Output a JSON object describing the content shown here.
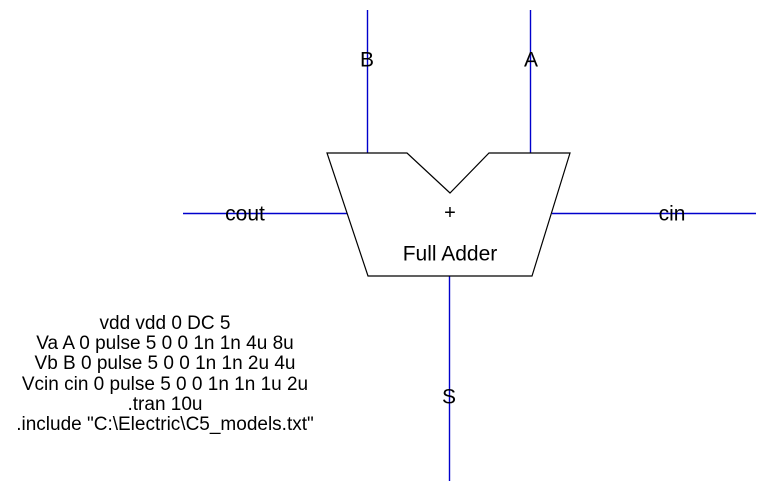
{
  "canvas": {
    "background": "#ffffff",
    "wire_color": "#0000cc",
    "outline_color": "#000000",
    "text_color": "#000000"
  },
  "schematic": {
    "component": {
      "name": "Full Adder",
      "operator": "+"
    },
    "ports": [
      {
        "id": "B",
        "label": "B",
        "side": "top"
      },
      {
        "id": "A",
        "label": "A",
        "side": "top"
      },
      {
        "id": "cout",
        "label": "cout",
        "side": "left"
      },
      {
        "id": "cin",
        "label": "cin",
        "side": "right"
      },
      {
        "id": "S",
        "label": "S",
        "side": "bottom"
      }
    ],
    "spice_deck": {
      "lines": [
        "vdd vdd 0 DC 5",
        "Va A 0 pulse 5 0 0 1n 1n 4u 8u",
        "Vb B 0 pulse 5 0 0 1n 1n 2u 4u",
        "Vcin cin 0 pulse 5 0 0 1n 1n 1u 2u",
        ".tran 10u",
        ".include \"C:\\Electric\\C5_models.txt\""
      ]
    }
  }
}
